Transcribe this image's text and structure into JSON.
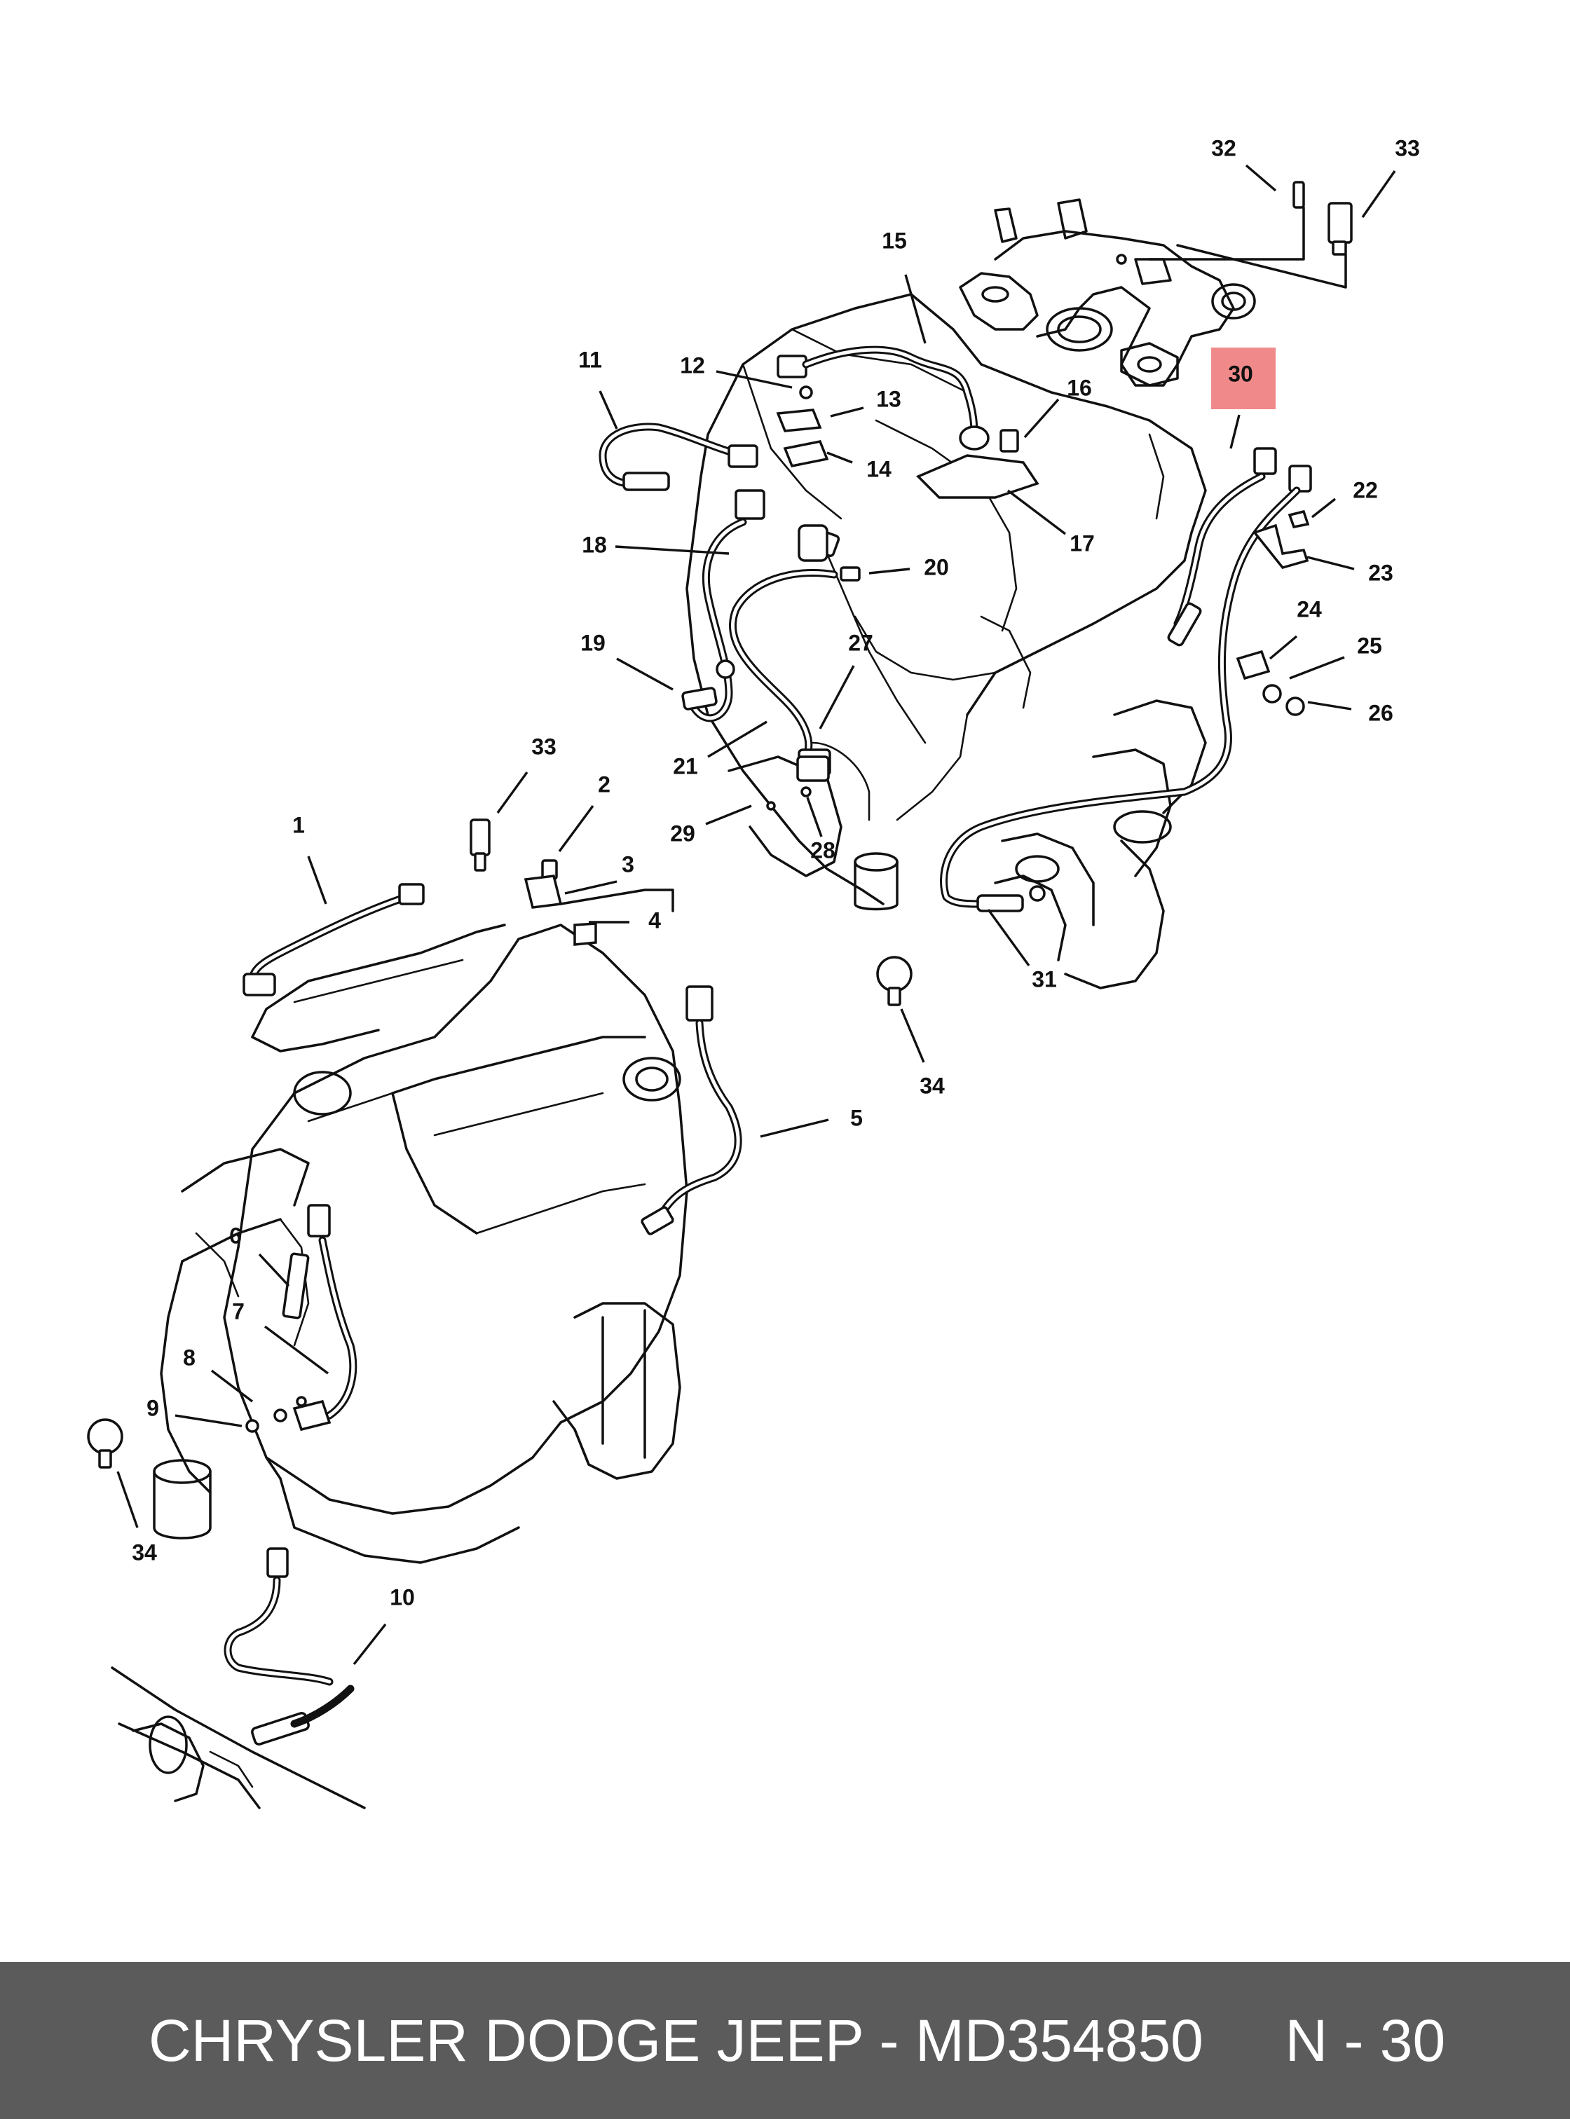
{
  "footer": {
    "brand": "CHRYSLER DODGE JEEP",
    "separator": " - ",
    "part_number": "MD354850",
    "gap": "     ",
    "ref": "N - 30"
  },
  "highlight": {
    "label": "30",
    "color": "#f08a8a"
  },
  "callouts": [
    "1",
    "2",
    "3",
    "4",
    "5",
    "6",
    "7",
    "8",
    "9",
    "10",
    "11",
    "12",
    "13",
    "14",
    "15",
    "16",
    "17",
    "18",
    "19",
    "20",
    "21",
    "22",
    "23",
    "24",
    "25",
    "26",
    "27",
    "28",
    "29",
    "30",
    "31",
    "32",
    "33",
    "33",
    "34",
    "34"
  ]
}
